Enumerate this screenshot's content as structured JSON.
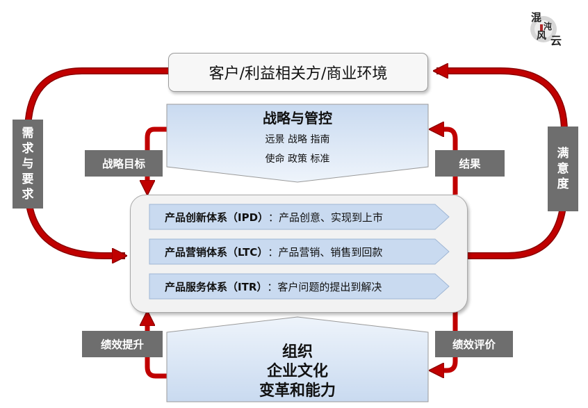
{
  "environment": {
    "label": "客户/利益相关方/商业环境"
  },
  "strategy": {
    "title": "战略与管控",
    "line1": "远景 战略 指南",
    "line2": "使命 政策 标准"
  },
  "systems": [
    {
      "name": "产品创新体系（IPD）",
      "desc": "：产品创意、实现到上市"
    },
    {
      "name": "产品营销体系（LTC）",
      "desc": "：产品营销、销售到回款"
    },
    {
      "name": "产品服务体系（ITR）",
      "desc": "：客户问题的提出到解决"
    }
  ],
  "organization": {
    "line1": "组织",
    "line2": "企业文化",
    "line3": "变革和能力"
  },
  "labels": {
    "strategic_goal": "战略目标",
    "result": "结果",
    "performance_improve": "绩效提升",
    "performance_eval": "绩效评价"
  },
  "side_labels": {
    "left": [
      "需",
      "求",
      "与",
      "要",
      "求"
    ],
    "right": [
      "满",
      "意",
      "度"
    ]
  },
  "logo": {
    "chars": [
      "混",
      "沌",
      "风",
      "云"
    ]
  },
  "colors": {
    "arrow": "#c00000",
    "tag": "#6e6e6e",
    "pale_blue": "#dbe7f5",
    "row_blue": "#c9daf0"
  }
}
